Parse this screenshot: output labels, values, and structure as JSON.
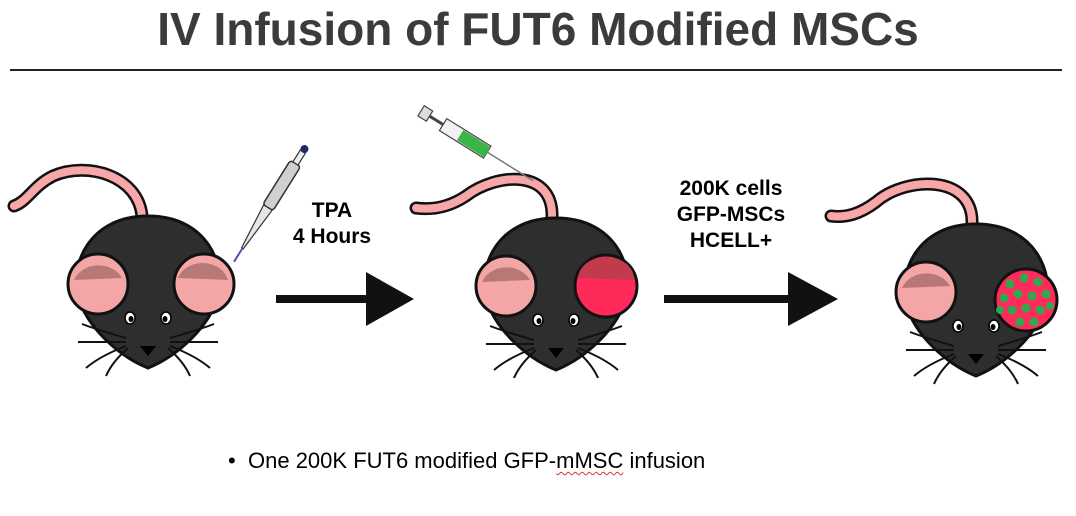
{
  "title": "IV Infusion of FUT6 Modified MSCs",
  "steps": [
    {
      "line1": "TPA",
      "line2": "4 Hours"
    },
    {
      "line1": "200K cells",
      "line2": "GFP-MSCs",
      "line3": "HCELL+"
    }
  ],
  "bullet": {
    "prefix": "One 200K FUT6 modified GFP-",
    "underlined": "mMSC",
    "suffix": " infusion"
  },
  "colors": {
    "mouse_body": "#2e2e2e",
    "ear_pink": "#f4a6a6",
    "ear_inflamed": "#ff2a5a",
    "gfp_dot": "#2fa84f",
    "tail": "#f7a7a7"
  }
}
